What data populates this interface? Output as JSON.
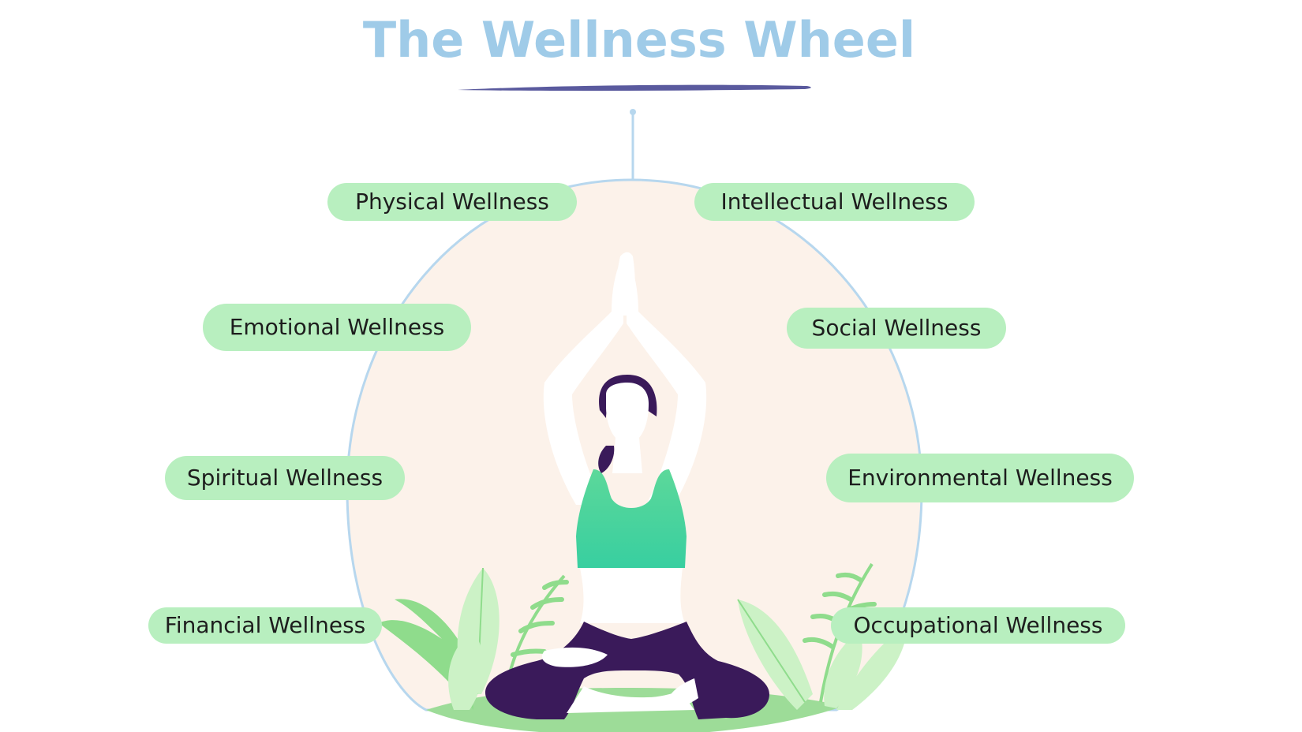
{
  "title": "The Wellness Wheel",
  "colors": {
    "title": "#9fcbe8",
    "underline": "#5a5a9e",
    "pill": "#b8efbf",
    "circle_fill": "#fcf2ea",
    "circle_stroke": "#b7d7ee",
    "hair_pants": "#3a1a5a",
    "top_gradient_start": "#5cd89a",
    "top_gradient_end": "#38cfa0",
    "leaf_dark": "#8fdc8c",
    "leaf_light": "#ccf2c6",
    "ground": "#9ddc98"
  },
  "labels": {
    "physical": "Physical Wellness",
    "intellectual": "Intellectual Wellness",
    "emotional": "Emotional Wellness",
    "social": "Social Wellness",
    "spiritual": "Spiritual Wellness",
    "environmental": "Environmental Wellness",
    "financial": "Financial Wellness",
    "occupational": "Occupational Wellness"
  },
  "illustration": {
    "figure": "woman-meditating-yoga-pose",
    "decor": [
      "leaf-plant-left",
      "leaf-plant-right",
      "ground-patch"
    ]
  }
}
